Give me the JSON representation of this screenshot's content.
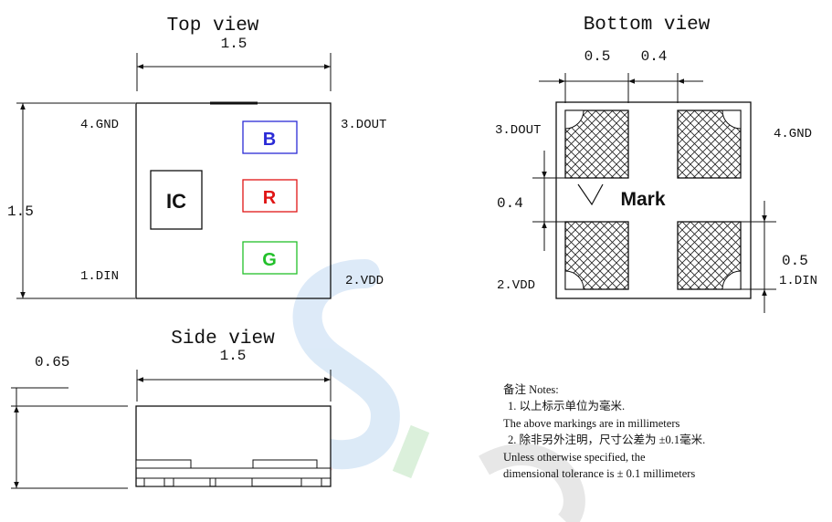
{
  "top_view": {
    "title": "Top view",
    "width_dim": "1.5",
    "height_dim": "1.5",
    "pins": {
      "gnd": "4.GND",
      "dout": "3.DOUT",
      "din": "1.DIN",
      "vdd": "2.VDD"
    },
    "ic_label": "IC",
    "leds": [
      {
        "label": "B",
        "color": "#2b2bd6"
      },
      {
        "label": "R",
        "color": "#e01515"
      },
      {
        "label": "G",
        "color": "#22c02a"
      }
    ]
  },
  "bottom_view": {
    "title": "Bottom view",
    "dim_pad": "0.5",
    "dim_gap": "0.4",
    "dim_vgap": "0.4",
    "dim_vpad": "0.5",
    "mark_label": "Mark",
    "pins": {
      "dout": "3.DOUT",
      "gnd": "4.GND",
      "vdd": "2.VDD",
      "din": "1.DIN"
    }
  },
  "side_view": {
    "title": "Side view",
    "width_dim": "1.5",
    "height_dim": "0.65"
  },
  "notes": {
    "heading": "备注 Notes:",
    "line1": "1. 以上标示单位为毫米.",
    "line2": "The above markings are in millimeters",
    "line3": "2. 除非另外注明，尺寸公差为 ±0.1毫米.",
    "line4": "Unless otherwise specified, the",
    "line5": "dimensional tolerance is ± 0.1 millimeters"
  },
  "colors": {
    "line": "#1a1a1a",
    "watermark_blue": "#cfe2f6",
    "watermark_red": "#f6d3d3",
    "watermark_green": "#d4efd4"
  }
}
